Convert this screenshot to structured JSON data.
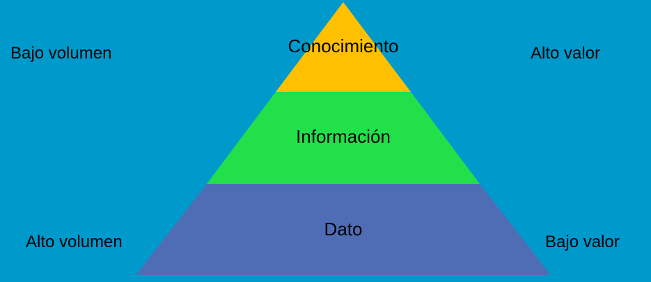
{
  "pyramid": {
    "tiers": [
      {
        "label": "Conocimiento",
        "color": "#ffc000"
      },
      {
        "label": "Información",
        "color": "#22e04a"
      },
      {
        "label": "Dato",
        "color": "#4f6db4"
      }
    ]
  },
  "left": {
    "top_label": "Bajo volumen",
    "bottom_label": "Alto volumen"
  },
  "right": {
    "top_label": "Alto valor",
    "bottom_label": "Bajo valor"
  },
  "colors": {
    "background": "#0099cc"
  }
}
